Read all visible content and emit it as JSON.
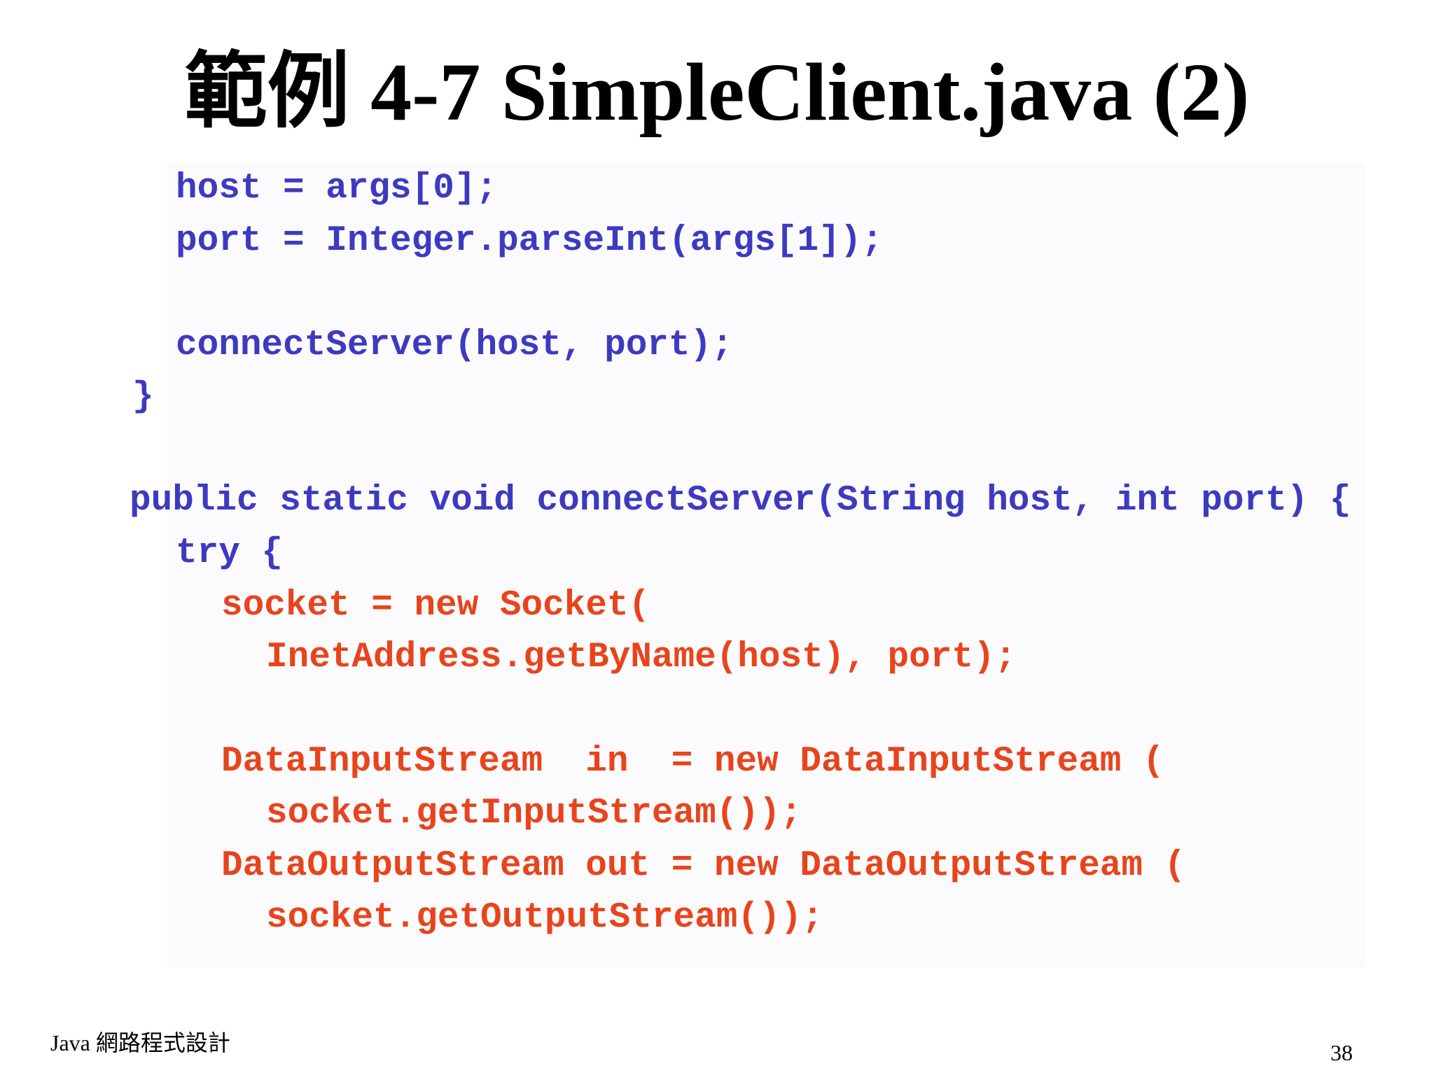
{
  "slide": {
    "title": "範例 4-7 SimpleClient.java (2)",
    "code_lines": [
      "host = args[0];",
      "port = Integer.parseInt(args[1]);",
      "connectServer(host, port);",
      "}",
      "public static void connectServer(String host, int port) {",
      "try {",
      "socket = new Socket(",
      "InetAddress.getByName(host), port);",
      "DataInputStream  in  = new DataInputStream (",
      "socket.getInputStream());",
      "DataOutputStream out = new DataOutputStream (",
      "socket.getOutputStream());"
    ],
    "footer": "Java  網路程式設計",
    "page_number": "38"
  },
  "colors": {
    "code_blue": "#3d3ac0",
    "code_red": "#e8441c"
  }
}
